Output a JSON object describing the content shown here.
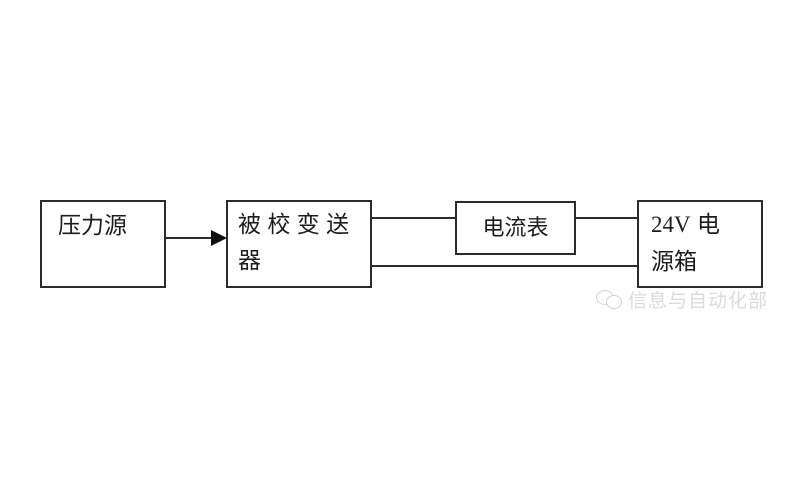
{
  "diagram": {
    "type": "block-diagram",
    "title": "",
    "background_color": "#ffffff",
    "line_color": "#2b2b2b",
    "text_color": "#1c1c1c",
    "blocks": [
      {
        "id": "pressure-source",
        "label": "压力源"
      },
      {
        "id": "transmitter",
        "label": "被 校 变 送\n器"
      },
      {
        "id": "ammeter",
        "label": "电流表"
      },
      {
        "id": "power-supply",
        "label_num": "24V",
        "label": "   电\n源箱"
      }
    ],
    "connections": [
      {
        "id": "source-to-transmitter",
        "from": "pressure-source",
        "to": "transmitter",
        "style": "arrow"
      },
      {
        "id": "transmitter-to-ammeter",
        "from": "transmitter",
        "to": "ammeter",
        "style": "line"
      },
      {
        "id": "ammeter-to-power",
        "from": "ammeter",
        "to": "power-supply",
        "style": "line"
      },
      {
        "id": "transmitter-to-power-bottom",
        "from": "transmitter",
        "to": "power-supply",
        "style": "line"
      }
    ]
  },
  "watermark": {
    "text": "信息与自动化部",
    "icon": "wechat-logo-icon",
    "color": "#8a8a8a"
  }
}
